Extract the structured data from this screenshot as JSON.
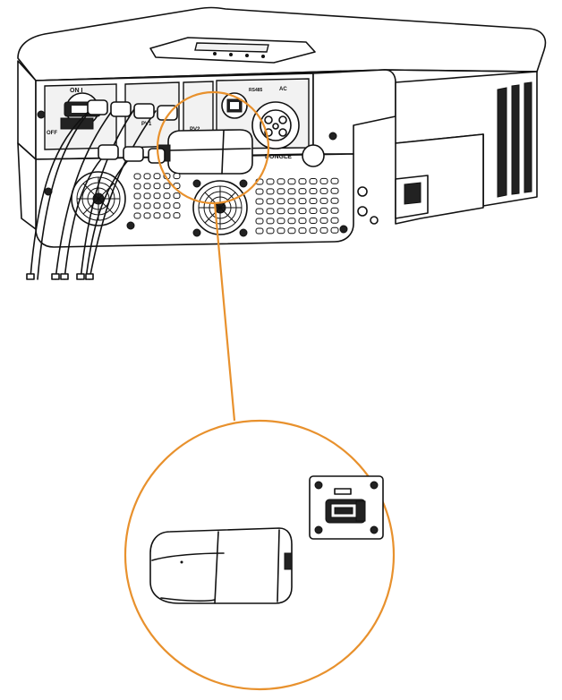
{
  "labels": {
    "on": "ON I",
    "off": "OFF",
    "pv1": "PV1",
    "pv2": "PV2",
    "rs485": "RS485",
    "ac": "AC",
    "dongle": "DONGLE"
  },
  "colors": {
    "highlight": "#E8912D",
    "line": "#111111",
    "body": "#ffffff",
    "shade": "#222222"
  },
  "icons": {
    "inverter": "solar-inverter-drawing",
    "dongle": "wifi-dongle-drawing",
    "port": "usb-dongle-port-drawing"
  }
}
